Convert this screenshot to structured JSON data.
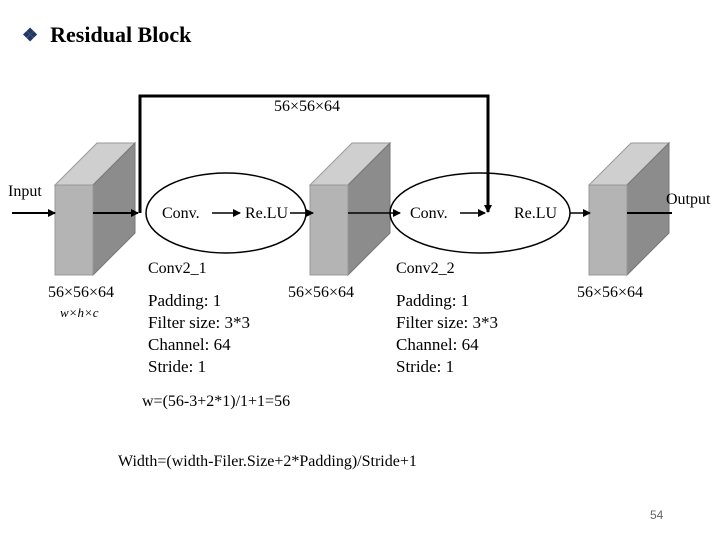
{
  "slide": {
    "bullet_glyph": "❖",
    "title": "Residual Block",
    "page_number": "54"
  },
  "diagram": {
    "skip_dims": "56×56×64",
    "input_label": "Input",
    "output_label": "Output",
    "conv_label_1": "Conv.",
    "relu_label_1": "Re.LU",
    "conv_label_2": "Conv.",
    "relu_label_2": "Re.LU",
    "block1": {
      "dims": "56×56×64",
      "symbolic": "w×h×c"
    },
    "block2": {
      "dims": "56×56×64"
    },
    "block3": {
      "dims": "56×56×64"
    },
    "conv2_1": {
      "name": "Conv2_1",
      "padding": "Padding: 1",
      "filter": "Filter size: 3*3",
      "channel": "Channel: 64",
      "stride": "Stride: 1"
    },
    "conv2_2": {
      "name": "Conv2_2",
      "padding": "Padding: 1",
      "filter": "Filter size: 3*3",
      "channel": "Channel: 64",
      "stride": "Stride: 1"
    },
    "equation_example": "w=(56-3+2*1)/1+1=56",
    "equation_general": "Width=(width-Filer.Size+2*Padding)/Stride+1"
  }
}
